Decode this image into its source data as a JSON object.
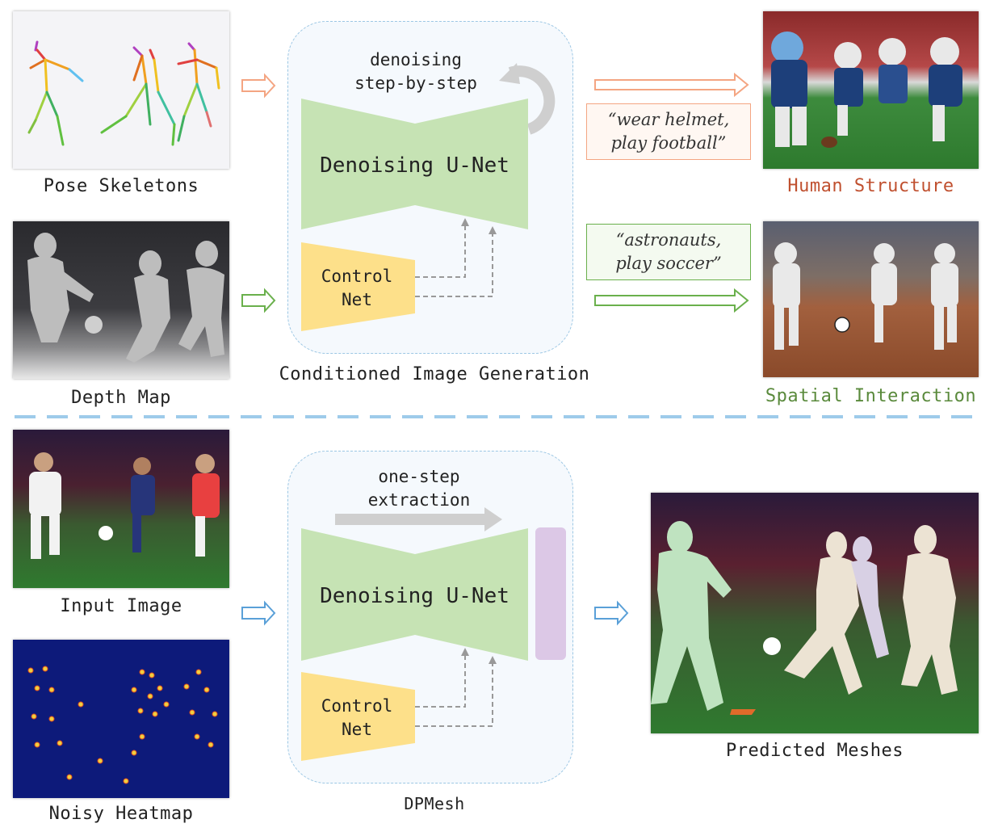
{
  "top": {
    "input1_caption": "Pose Skeletons",
    "input2_caption": "Depth Map",
    "panel_label": "denoising\nstep-by-step",
    "unet_label": "Denoising U-Net",
    "controlnet_label": "Control\nNet",
    "panel_caption": "Conditioned Image Generation",
    "prompt1": "“wear helmet,\nplay football”",
    "prompt2": "“astronauts,\nplay soccer”",
    "output1_caption": "Human Structure",
    "output2_caption": "Spatial Interaction"
  },
  "bottom": {
    "input1_caption": "Input Image",
    "input2_caption": "Noisy Heatmap",
    "panel_label": "one-step\nextraction",
    "unet_label": "Denoising U-Net",
    "controlnet_label": "Control\nNet",
    "panel_caption": "DPMesh",
    "output_caption": "Predicted Meshes"
  },
  "colors": {
    "human_structure": "#c0502f",
    "spatial_interaction": "#5a8a3c",
    "arrow_orange": "#f4a582",
    "arrow_green": "#6ab04c",
    "arrow_blue": "#5aa0d8",
    "unet_green": "#c6e3b4",
    "controlnet_yellow": "#fde08a",
    "feature_purple": "#dcc8e6",
    "divider_blue": "#9ecbea"
  }
}
